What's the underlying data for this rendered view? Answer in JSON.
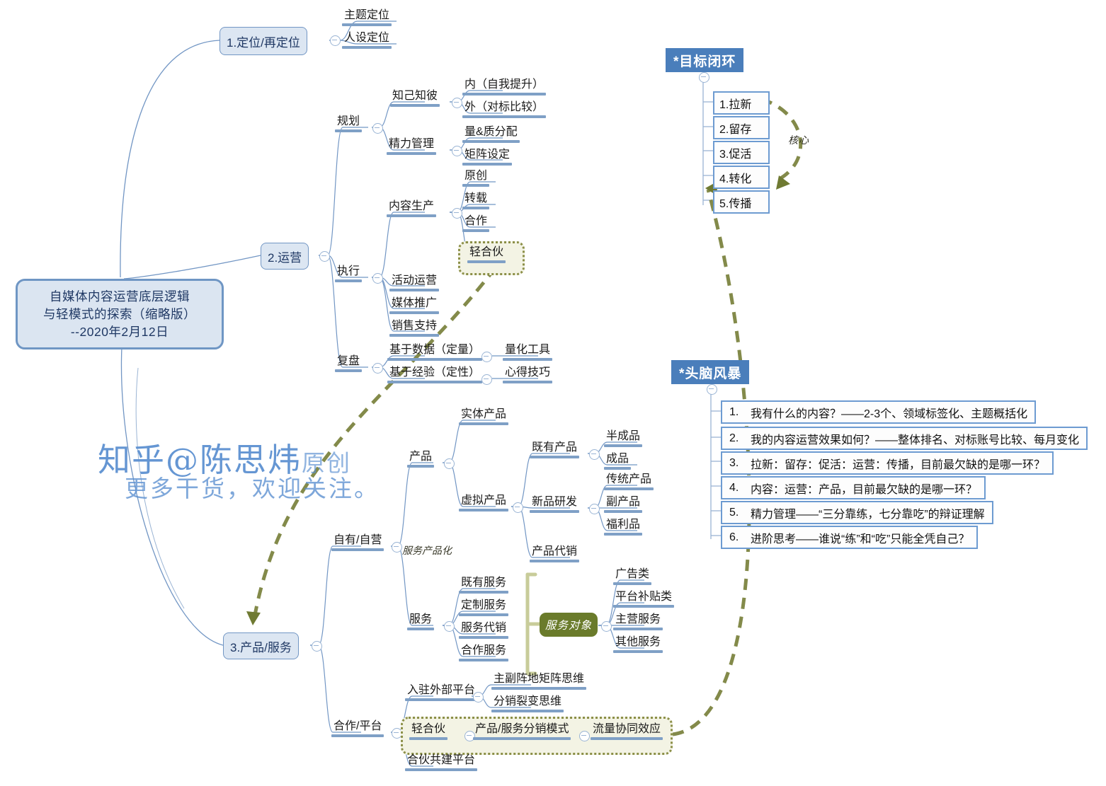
{
  "root": {
    "line1": "自媒体内容运营底层逻辑",
    "line2": "与轻模式的探索（缩略版）",
    "line3": "--2020年2月12日"
  },
  "colors": {
    "root_fill": "#dbe5f1",
    "root_border": "#6f96c4",
    "node_underline": "#7fa0c6",
    "banner_blue": "#4a7ebb",
    "olive": "#6a7b2b",
    "olive_dash": "#838a4a",
    "olive_light": "#c8cc9a",
    "dotted_fill": "#f3f3e4"
  },
  "branches": {
    "b1": {
      "label": "1.定位/再定位",
      "children": [
        "主题定位",
        "人设定位"
      ]
    },
    "b2": {
      "label": "2.运营",
      "groups": [
        {
          "label": "规划",
          "children": [
            {
              "label": "知己知彼",
              "children": [
                "内（自我提升）",
                "外（对标比较）"
              ]
            },
            {
              "label": "精力管理",
              "children": [
                "量&质分配",
                "矩阵设定"
              ]
            }
          ]
        },
        {
          "label": "执行",
          "children": [
            {
              "label": "内容生产",
              "children": [
                "原创",
                "转载",
                "合作",
                "轻合伙"
              ]
            },
            {
              "label": "活动运营"
            },
            {
              "label": "媒体推广"
            },
            {
              "label": "销售支持"
            }
          ]
        },
        {
          "label": "复盘",
          "children": [
            {
              "label": "基于数据（定量）",
              "children": [
                "量化工具"
              ]
            },
            {
              "label": "基于经验（定性）",
              "children": [
                "心得技巧"
              ]
            }
          ]
        }
      ]
    },
    "b3": {
      "label": "3.产品/服务",
      "groups": [
        {
          "label": "自有/自营",
          "children": [
            {
              "label": "产品",
              "children": [
                {
                  "label": "实体产品"
                },
                {
                  "label": "虚拟产品",
                  "children": [
                    {
                      "label": "既有产品",
                      "children": [
                        "半成品",
                        "成品"
                      ]
                    },
                    {
                      "label": "新品研发",
                      "children": [
                        "传统产品",
                        "副产品",
                        "福利品"
                      ]
                    },
                    {
                      "label": "产品代销"
                    }
                  ]
                }
              ]
            },
            {
              "label": "服务",
              "children": [
                "既有服务",
                "定制服务",
                "服务代销",
                "合作服务"
              ],
              "target_label": "服务对象",
              "targets": [
                "广告类",
                "平台补贴类",
                "主营服务",
                "其他服务"
              ]
            }
          ]
        },
        {
          "label": "合作/平台",
          "children": [
            {
              "label": "入驻外部平台",
              "children": [
                "主副阵地矩阵思维",
                "分销裂变思维"
              ]
            },
            {
              "label": "轻合伙",
              "chain": [
                "产品/服务分销模式",
                "流量协同效应"
              ]
            },
            {
              "label": "合伙共建平台"
            }
          ]
        }
      ]
    }
  },
  "goal_loop": {
    "title": "*目标闭环",
    "core_label": "核心",
    "items": [
      "1.拉新",
      "2.留存",
      "3.促活",
      "4.转化",
      "5.传播"
    ]
  },
  "brainstorm": {
    "title": "*头脑风暴",
    "items": [
      {
        "num": "1.",
        "text": "我有什么的内容？——2-3个、领域标签化、主题概括化"
      },
      {
        "num": "2.",
        "text": "我的内容运营效果如何？——整体排名、对标账号比较、每月变化"
      },
      {
        "num": "3.",
        "text": "拉新：留存：促活：运营：传播，目前最欠缺的是哪一环？"
      },
      {
        "num": "4.",
        "text": "内容：运营：产品，目前最欠缺的是哪一环？"
      },
      {
        "num": "5.",
        "text": "精力管理——“三分靠练，七分靠吃”的辩证理解"
      },
      {
        "num": "6.",
        "text": "进阶思考——谁说“练”和“吃”只能全凭自己？"
      }
    ]
  },
  "annotations": {
    "service_productization": "服务产品化"
  },
  "watermark": {
    "line1_main": "知乎@陈思炜",
    "line1_small": "原创",
    "line2": "更多干货，欢迎关注。"
  }
}
